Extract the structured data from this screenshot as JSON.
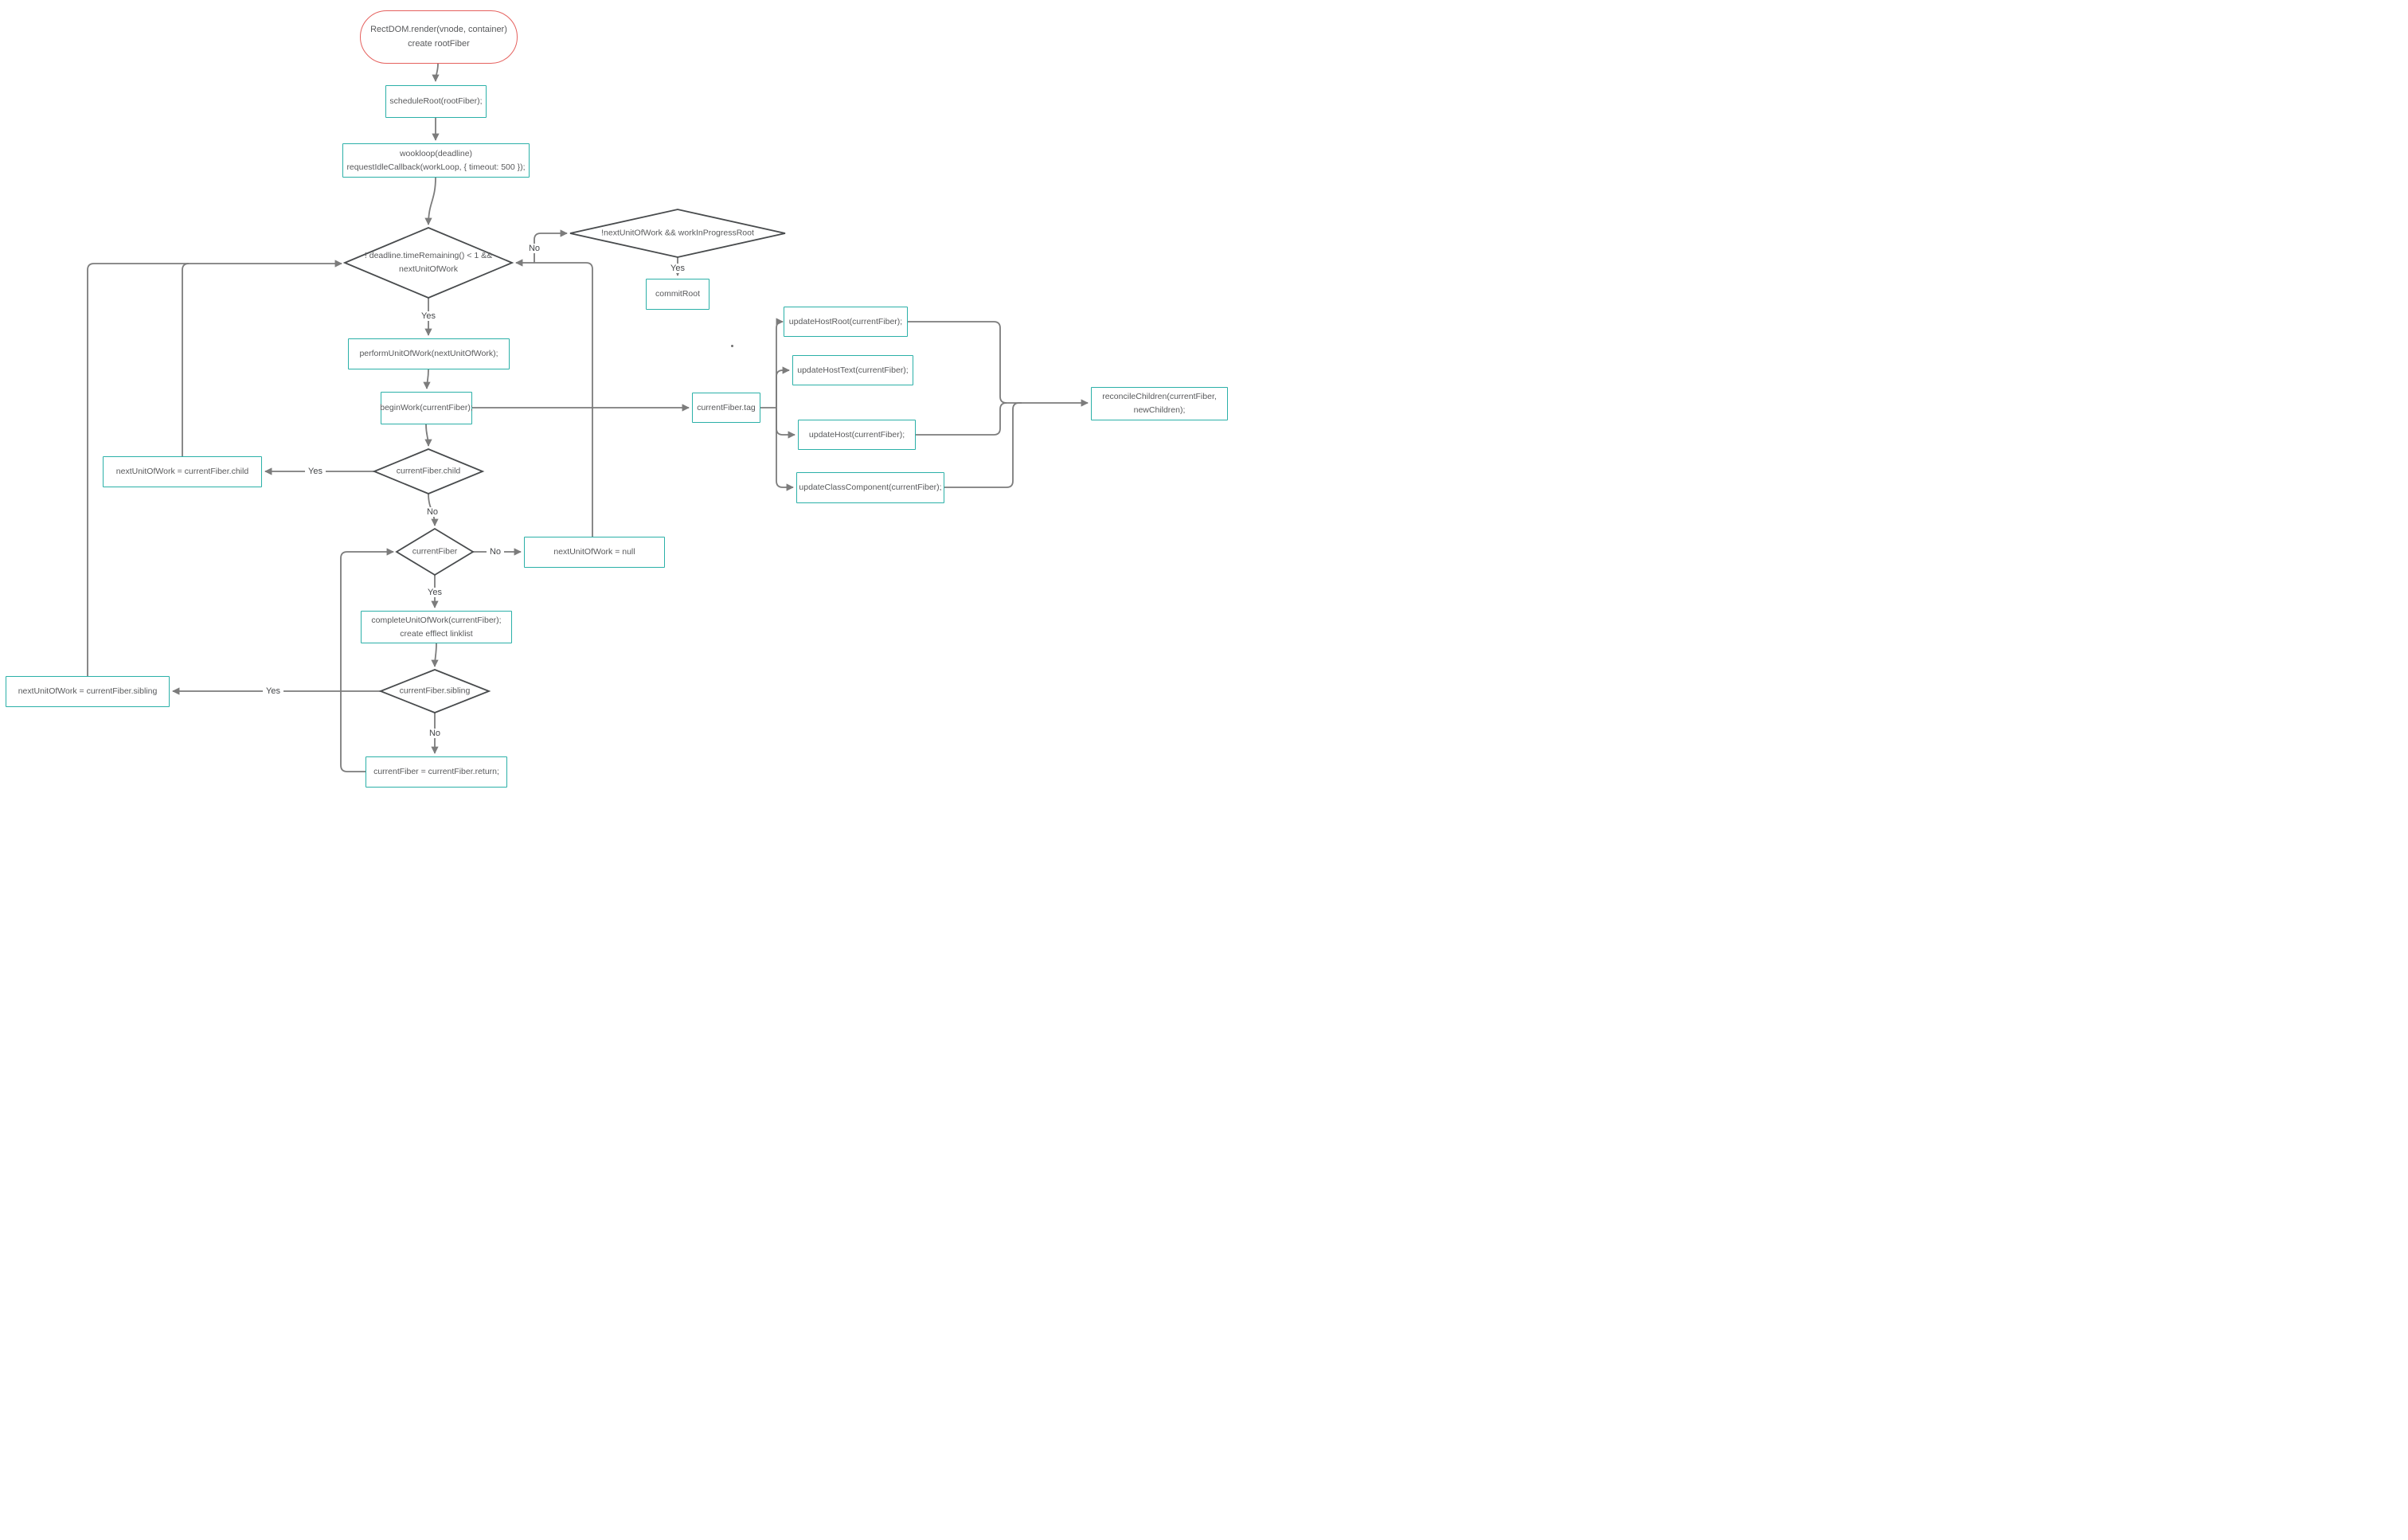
{
  "diagram_title": "React Fiber work loop flowchart",
  "colors": {
    "box_accent": "#2bb0a8",
    "start_accent": "#e5615e",
    "edge_gray": "#7c7c7c",
    "diamond_stroke": "#484b4d",
    "text_gray": "#58595b"
  },
  "nodes": {
    "start": "RectDOM.render(vnode, container)\ncreate rootFiber",
    "schedule_root": "scheduleRoot(rootFiber);",
    "workloop": "wookloop(deadline)\nrequestIdleCallback(workLoop, { timeout: 500 });",
    "loop_condition": "! deadline.timeRemaining() < 1 &&\nnextUnitOfWork",
    "commit_condition": "!nextUnitOfWork && workInProgressRoot",
    "commit_root": "commitRoot",
    "perform_unit": "performUnitOfWork(nextUnitOfWork);",
    "begin_work": "beginWork(currentFiber);",
    "fiber_tag": "currentFiber.tag",
    "update_host_root": "updateHostRoot(currentFiber);",
    "update_host_text": "updateHostText(currentFiber);",
    "update_host": "updateHost(currentFiber);",
    "update_class_component": "updateClassComponent(currentFiber);",
    "reconcile_children": "reconcileChildren(currentFiber,\nnewChildren);",
    "child_condition": "currentFiber.child",
    "next_child": "nextUnitOfWork  = currentFiber.child",
    "fiber_condition": "currentFiber",
    "next_null": "nextUnitOfWork  = null",
    "complete_unit": "completeUnitOfWork(currentFiber);\ncreate efflect linklist",
    "sibling_condition": "currentFiber.sibling",
    "next_sibling": "nextUnitOfWork  = currentFiber.sibling",
    "fiber_return": "currentFiber = currentFiber.return;"
  },
  "edge_labels": {
    "loop_yes": "Yes",
    "loop_no": "No",
    "commit_yes": "Yes",
    "child_yes": "Yes",
    "child_no": "No",
    "fiber_yes": "Yes",
    "fiber_no": "No",
    "sibling_yes": "Yes",
    "sibling_no": "No"
  }
}
